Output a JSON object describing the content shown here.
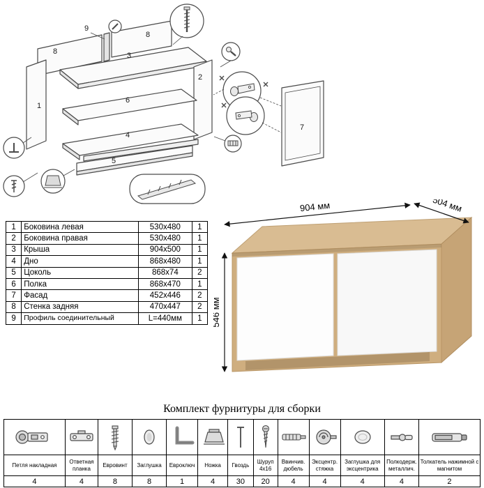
{
  "diagram": {
    "part_labels": {
      "p1": "1",
      "p2": "2",
      "p3": "3",
      "p4": "4",
      "p5": "5",
      "p6": "6",
      "p7": "7",
      "p8a": "8",
      "p8b": "8",
      "p9": "9"
    }
  },
  "cabinet": {
    "width_label": "904 мм",
    "depth_label": "504 мм",
    "height_label": "546 мм",
    "colors": {
      "wood_top": "#d9bc92",
      "wood_front": "#cfae7f",
      "wood_side": "#c6a476",
      "door": "#fdfdfd"
    }
  },
  "parts_table": {
    "rows": [
      {
        "num": "1",
        "name": "Боковина левая",
        "size": "530x480",
        "qty": "1"
      },
      {
        "num": "2",
        "name": "Боковина правая",
        "size": "530x480",
        "qty": "1"
      },
      {
        "num": "3",
        "name": "Крыша",
        "size": "904x500",
        "qty": "1"
      },
      {
        "num": "4",
        "name": "Дно",
        "size": "868x480",
        "qty": "1"
      },
      {
        "num": "5",
        "name": "Цоколь",
        "size": "868x74",
        "qty": "2"
      },
      {
        "num": "6",
        "name": "Полка",
        "size": "868x470",
        "qty": "1"
      },
      {
        "num": "7",
        "name": "Фасад",
        "size": "452x446",
        "qty": "2"
      },
      {
        "num": "8",
        "name": "Стенка задняя",
        "size": "470x447",
        "qty": "2"
      },
      {
        "num": "9",
        "name": "Профиль соединительный",
        "size": "L=440мм",
        "qty": "1"
      }
    ]
  },
  "hardware": {
    "title": "Комплект фурнитуры для сборки",
    "items": [
      {
        "label": "Петля накладная",
        "qty": "4",
        "icon": "hinge-icon"
      },
      {
        "label": "Ответная планка",
        "qty": "4",
        "icon": "strike-plate-icon"
      },
      {
        "label": "Евровинт",
        "qty": "8",
        "icon": "confirmat-icon"
      },
      {
        "label": "Заглушка",
        "qty": "8",
        "icon": "cap-icon"
      },
      {
        "label": "Евроключ",
        "qty": "1",
        "icon": "hex-key-icon"
      },
      {
        "label": "Ножка",
        "qty": "4",
        "icon": "leg-icon"
      },
      {
        "label": "Гвоздь",
        "qty": "30",
        "icon": "nail-icon"
      },
      {
        "label": "Шуруп 4x16",
        "qty": "20",
        "icon": "screw-icon"
      },
      {
        "label": "Ввинчив. дюбель",
        "qty": "4",
        "icon": "dowel-icon"
      },
      {
        "label": "Эксцентр. стяжка",
        "qty": "4",
        "icon": "cam-lock-icon"
      },
      {
        "label": "Заглушка для эксцентрика",
        "qty": "4",
        "icon": "cam-cap-icon"
      },
      {
        "label": "Полкодерж. металлич.",
        "qty": "4",
        "icon": "shelf-pin-icon"
      },
      {
        "label": "Толкатель нажимной с магнитом",
        "qty": "2",
        "icon": "push-latch-icon"
      }
    ]
  }
}
